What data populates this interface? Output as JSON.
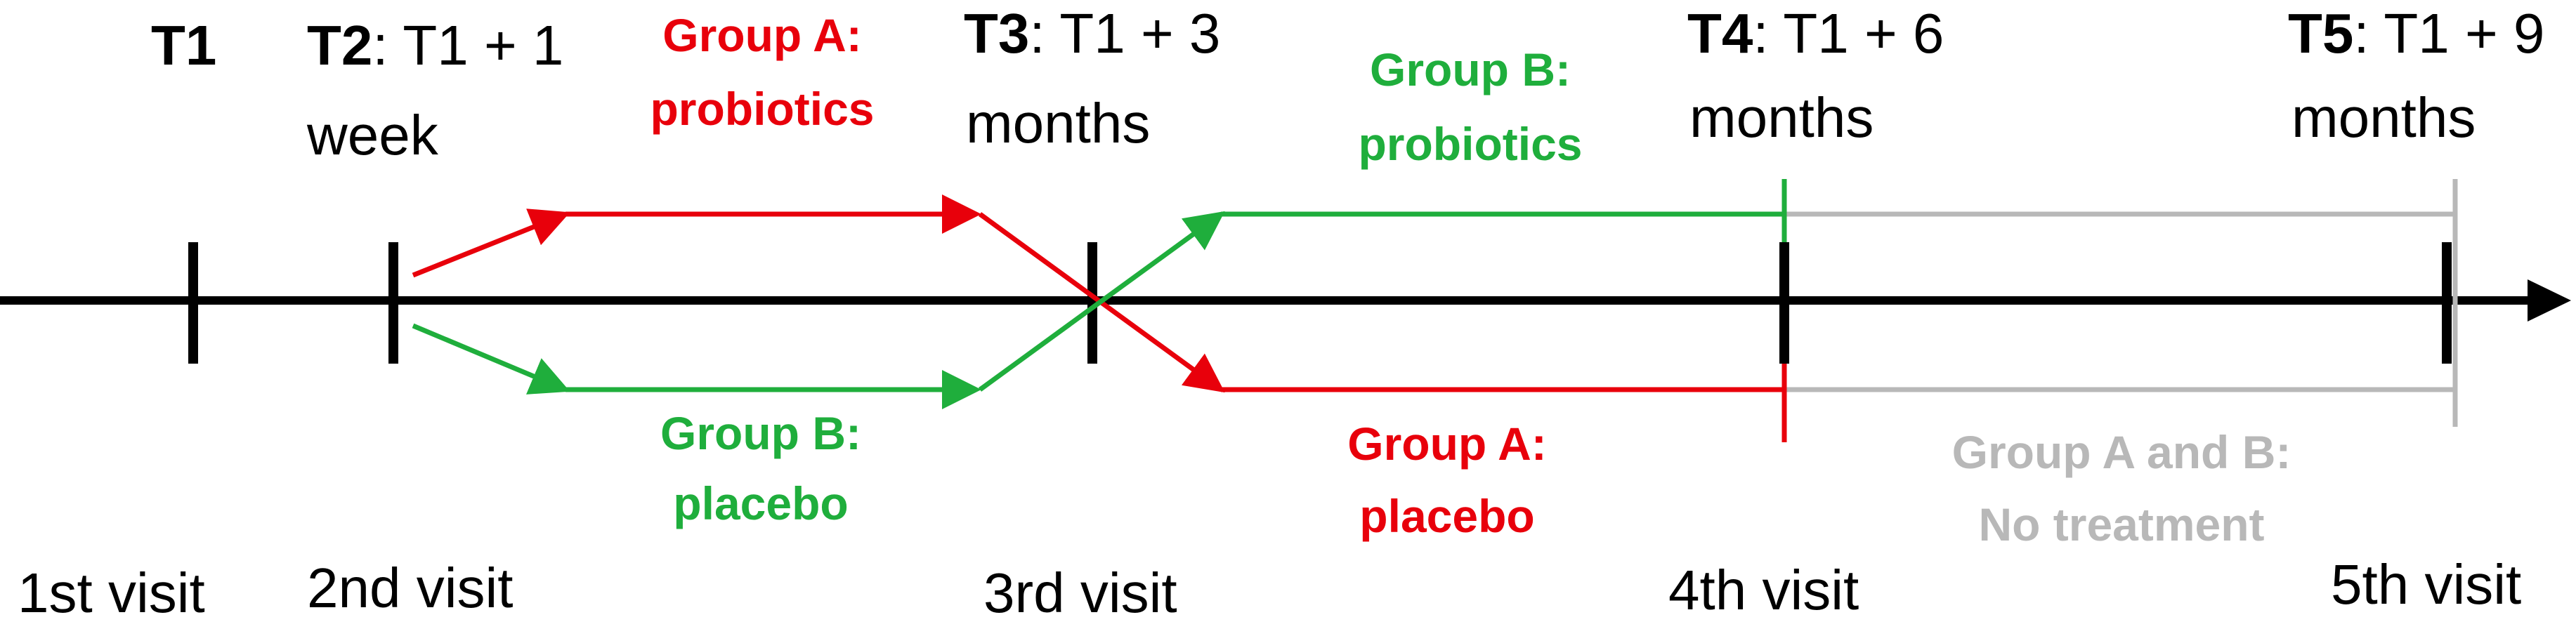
{
  "colors": {
    "axis": "#000000",
    "group_a": "#e8000b",
    "group_b": "#1fae3c",
    "no_treatment": "#b8b8b8"
  },
  "timepoints": [
    {
      "code": "T1",
      "detail_line1": "",
      "detail_line2": "",
      "visit": "1st visit"
    },
    {
      "code": "T2",
      "detail_line1": ": T1 + 1",
      "detail_line2": "week",
      "visit": "2nd visit"
    },
    {
      "code": "T3",
      "detail_line1": ": T1 + 3",
      "detail_line2": "months",
      "visit": "3rd visit"
    },
    {
      "code": "T4",
      "detail_line1": ": T1 + 6",
      "detail_line2": "months",
      "visit": "4th visit"
    },
    {
      "code": "T5",
      "detail_line1": ": T1 + 9",
      "detail_line2": "months",
      "visit": "5th visit"
    }
  ],
  "phases": {
    "phase1_top": {
      "line1": "Group A:",
      "line2": "probiotics"
    },
    "phase1_bottom": {
      "line1": "Group B:",
      "line2": "placebo"
    },
    "phase2_top": {
      "line1": "Group B:",
      "line2": "probiotics"
    },
    "phase2_bottom": {
      "line1": "Group A:",
      "line2": "placebo"
    },
    "phase3": {
      "line1": "Group A and B:",
      "line2": "No treatment"
    }
  }
}
